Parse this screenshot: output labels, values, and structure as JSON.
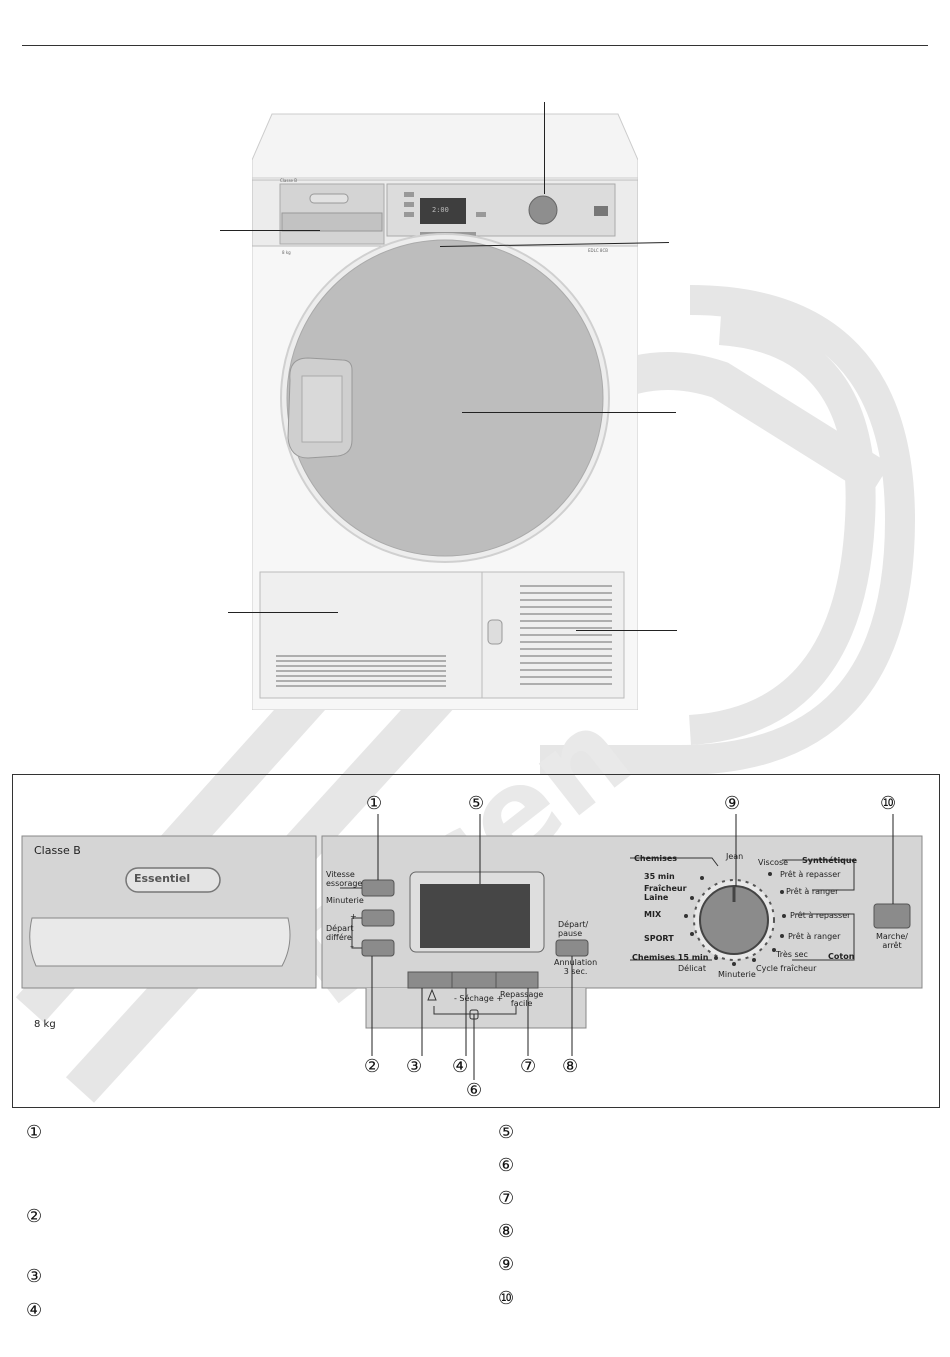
{
  "panel": {
    "energy_class": "Classe B",
    "brand": "Essentiel",
    "capacity": "8 kg",
    "buttons": {
      "spin": "Vitesse\nessorage",
      "timer": "Minuterie",
      "delay_plus": "+",
      "delay": "Départ\ndiffére",
      "delay_minus": "–",
      "start_pause": "Départ/\npause",
      "cancel": "Annulation\n3 sec.",
      "power": "Marche/\narrêt",
      "drying": "- Séchage +",
      "easy_iron": "Repassage\nfacile"
    },
    "dial": {
      "jean": "Jean",
      "viscose": "Viscose",
      "synthetique": "Synthétique",
      "syn_iron": "Prêt à repasser",
      "syn_store": "Prêt à ranger",
      "coton_iron": "Prêt à repasser",
      "coton_store": "Prêt à ranger",
      "tres_sec": "Très sec",
      "coton": "Coton",
      "cycle_fraicheur": "Cycle fraîcheur",
      "minuterie": "Minuterie",
      "delicat": "Délicat",
      "chemises": "Chemises",
      "chemises15": "Chemises 15 min",
      "min35": "35 min",
      "fraicheur_laine": "Fraîcheur\nLaine",
      "mix": "MIX",
      "sport": "SPORT"
    },
    "numbers": [
      "①",
      "②",
      "③",
      "④",
      "⑤",
      "⑥",
      "⑦",
      "⑧",
      "⑨",
      "⑩"
    ]
  },
  "legend": [
    "①",
    "②",
    "③",
    "④",
    "⑤",
    "⑥",
    "⑦",
    "⑧",
    "⑨",
    "⑩"
  ],
  "small_dryer": {
    "class": "Classe B",
    "brand": "Essentiel",
    "kg": "8 kg",
    "model": "EDLC 8CB"
  },
  "watermark": "Essentiel"
}
